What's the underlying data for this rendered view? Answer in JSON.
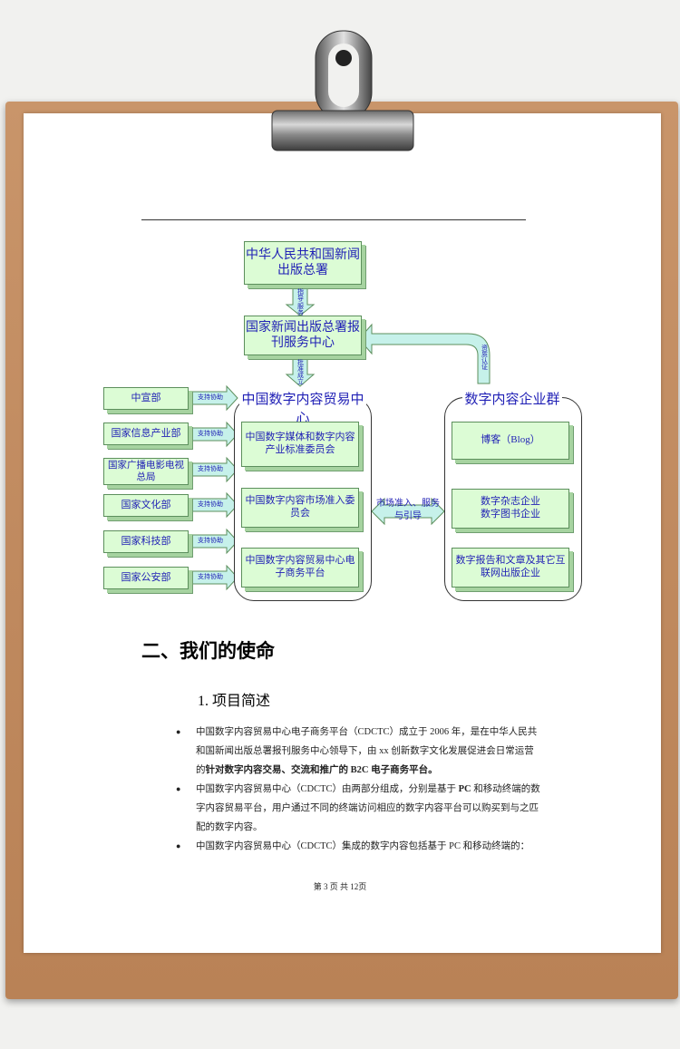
{
  "diagram": {
    "top_box": "中华人民共和国新闻出版总署",
    "service_center": "国家新闻出版总署报刊服务中心",
    "link_top": "指导/服务",
    "link_mid": "批准成立",
    "link_right": "资质认证",
    "left_panel_title": "中国数字内容贸易中心",
    "left_panel_items": [
      "中国数字媒体和数字内容产业标准委员会",
      "中国数字内容市场准入委员会",
      "中国数字内容贸易中心电子商务平台"
    ],
    "right_panel_title": "数字内容企业群",
    "right_panel_items": [
      "博客（Blog）",
      "数字杂志企业\n数字图书企业",
      "数字报告和文章及其它互联网出版企业"
    ],
    "middle_link": "市场准入、服务与引导",
    "departments": [
      "中宣部",
      "国家信息产业部",
      "国家广播电影电视总局",
      "国家文化部",
      "国家科技部",
      "国家公安部"
    ],
    "support_label": "支持协助"
  },
  "section": {
    "heading": "二、我们的使命",
    "subheading": "1. 项目简述",
    "bullets": [
      {
        "pre": "中国数字内容贸易中心电子商务平台（CDCTC）成立于 2006 年，是在中华人民共和国新闻出版总署报刊服务中心领导下，由 xx 创新数字文化发展促进会日常运营的",
        "bold": "针对数字内容交易、交流和推广的 B2C 电子商务平台。",
        "post": ""
      },
      {
        "pre": "中国数字内容贸易中心（CDCTC）由两部分组成，分别是基于 ",
        "bold": "PC",
        "post": " 和移动终端的数字内容贸易平台，用户通过不同的终端访问相应的数字内容平台可以购买到与之匹配的数字内容。"
      },
      {
        "pre": "中国数字内容贸易中心（CDCTC）集成的数字内容包括基于 PC 和移动终端的：",
        "bold": "",
        "post": ""
      }
    ]
  },
  "footer": "第 3 页 共 12页"
}
